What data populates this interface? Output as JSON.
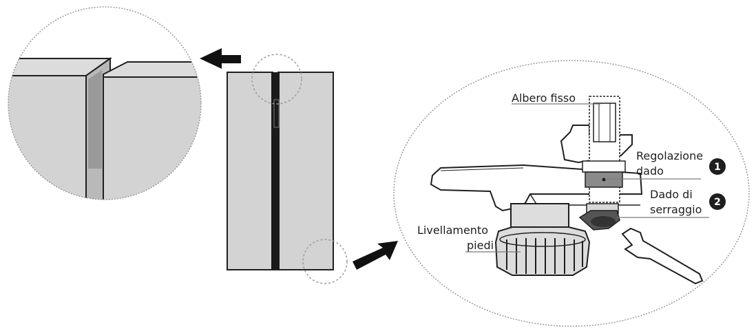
{
  "labels": {
    "fixed_shaft": "Albero fisso",
    "nut_adjust_line1": "Regolazione",
    "nut_adjust_line2": "dado",
    "lock_nut_line1": "Dado di",
    "lock_nut_line2": "serraggio",
    "leveling_line1": "Livellamento",
    "leveling_line2": "piedi"
  },
  "steps": {
    "one": "1",
    "two": "2"
  },
  "colors": {
    "panel_fill": "#d3d3d3",
    "line": "#1e1e1e",
    "gap_dark": "#1a1a1a",
    "badge": "#1e1e1e"
  }
}
